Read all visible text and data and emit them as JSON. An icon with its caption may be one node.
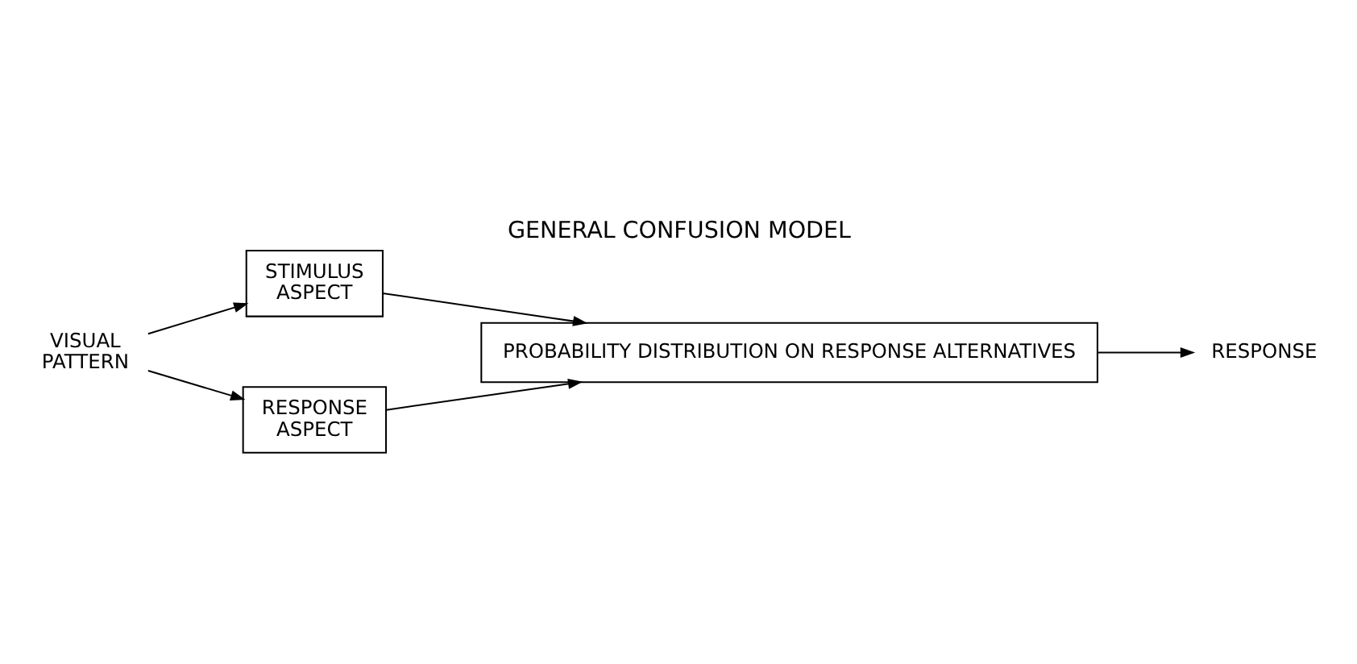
{
  "diagram": {
    "title": "GENERAL CONFUSION MODEL",
    "nodes": [
      {
        "text": [
          "VISUAL PATTERN"
        ]
      },
      {
        "text": [
          "STIMULUS ASPECT"
        ]
      },
      {
        "text": [
          "RESPONSE ASPECT"
        ]
      },
      {
        "text": [
          "PROBABILITY DISTRIBUTION ON RESPONSE ALTERNATIVES"
        ]
      },
      {
        "text": [
          "RESPONSE"
        ]
      }
    ],
    "edges": [
      {
        "from": 0,
        "to": 1,
        "arrow": "to"
      },
      {
        "from": 0,
        "to": 2,
        "arrow": "to"
      },
      {
        "from": 1,
        "to": 3,
        "arrow": "to"
      },
      {
        "from": 2,
        "to": 3,
        "arrow": "to"
      },
      {
        "from": 3,
        "to": 4,
        "arrow": "to"
      }
    ]
  }
}
